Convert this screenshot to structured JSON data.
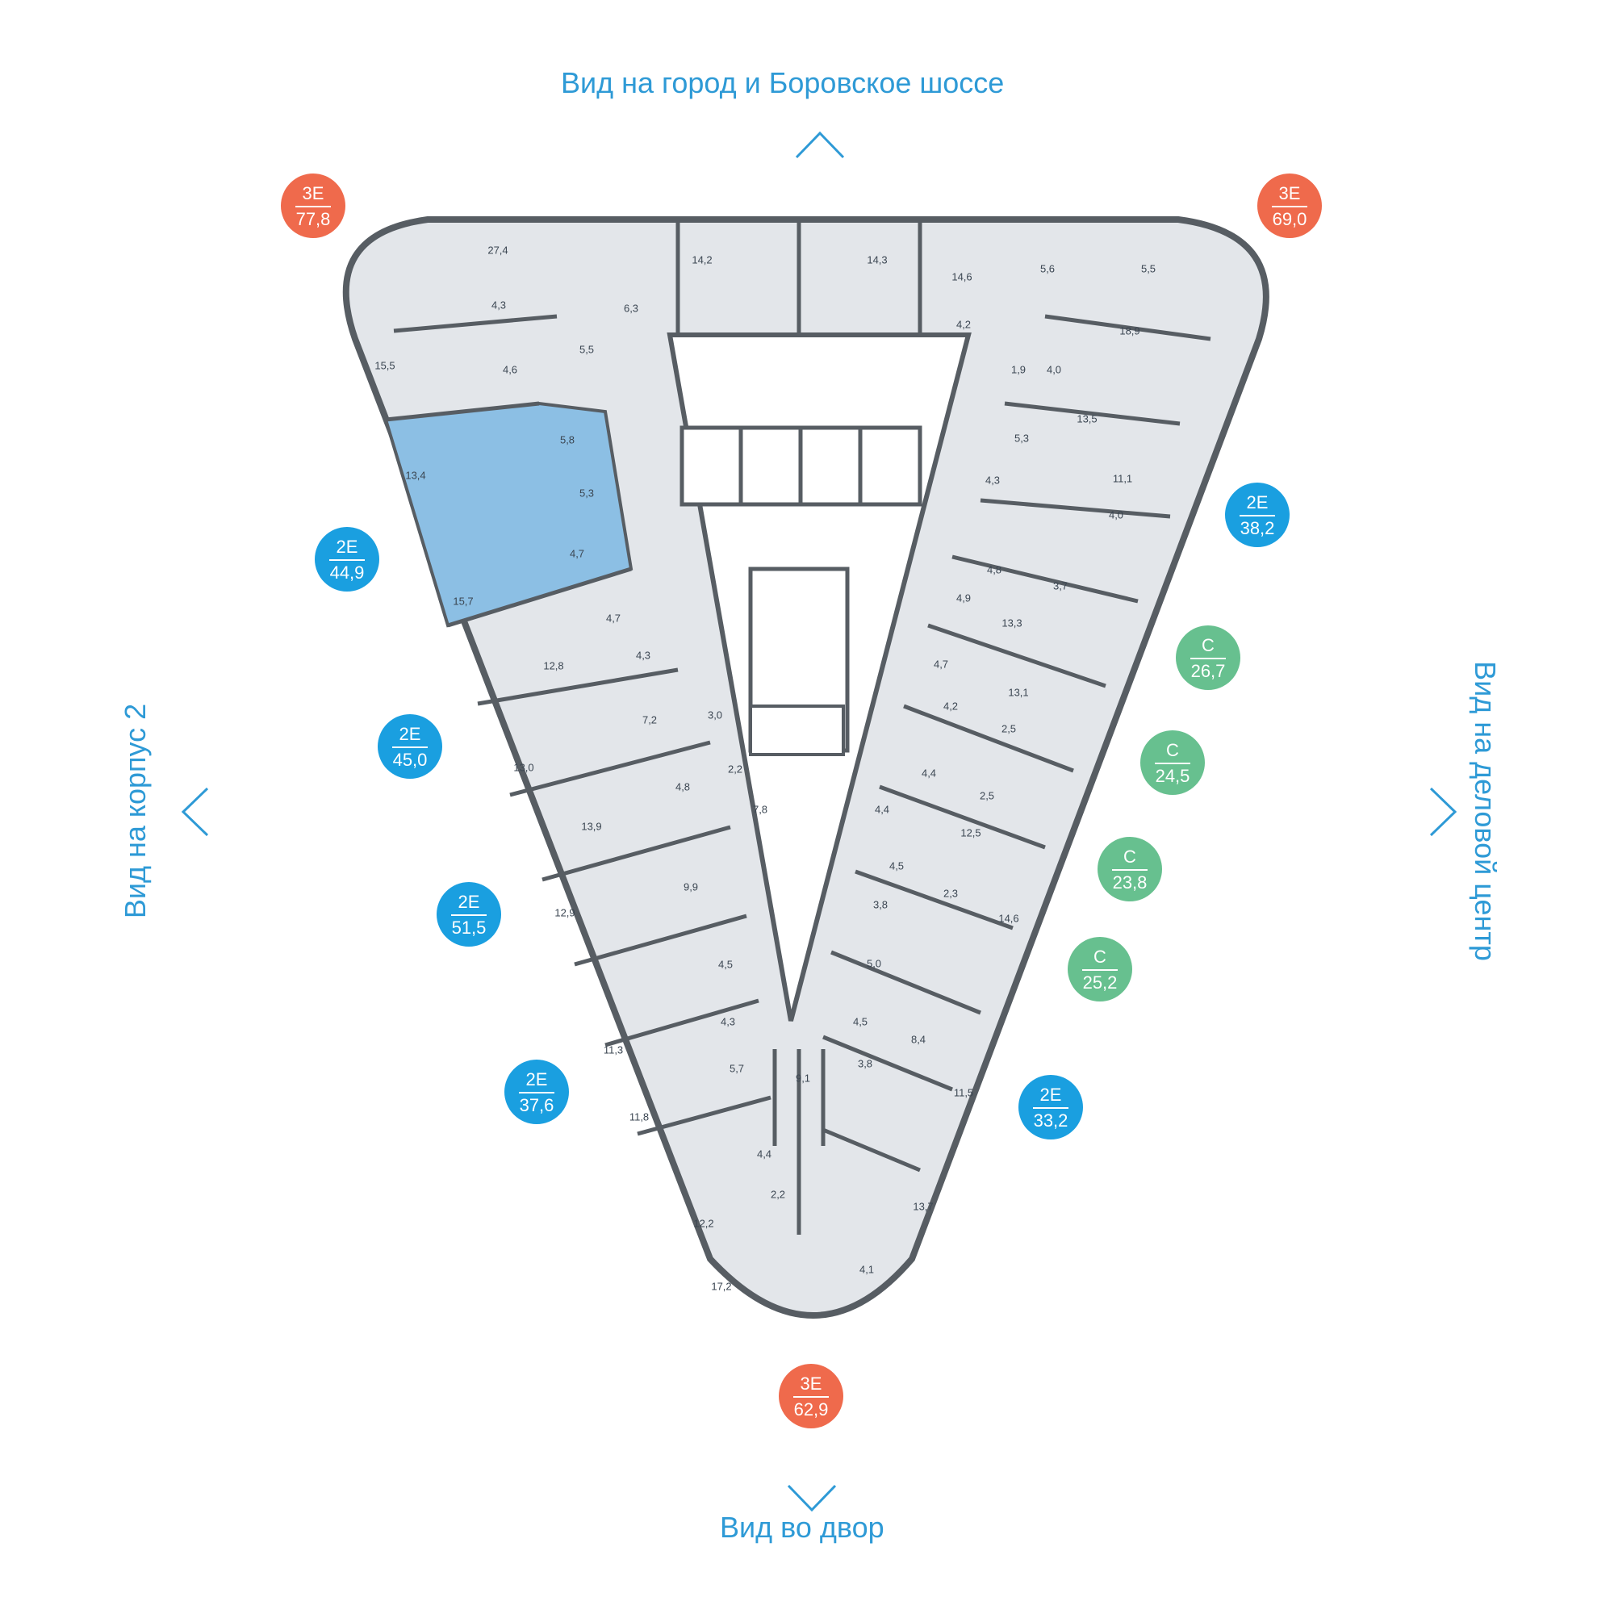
{
  "views": {
    "top": "Вид на город и Боровское шоссе",
    "bottom": "Вид во двор",
    "left": "Вид на корпус 2",
    "right": "Вид на деловой центр"
  },
  "colors": {
    "three_room": "#ef6a4c",
    "two_room": "#1a9fe0",
    "studio": "#67c08f",
    "highlight": "#8cbfe4",
    "floor": "#e3e6ea",
    "wall": "#575d63",
    "view_text": "#2e9ad6"
  },
  "apartments": [
    {
      "type": "3Е",
      "area": "77,8"
    },
    {
      "type": "3Е",
      "area": "69,0"
    },
    {
      "type": "2Е",
      "area": "44,9",
      "selected": true
    },
    {
      "type": "2Е",
      "area": "45,0"
    },
    {
      "type": "2Е",
      "area": "51,5"
    },
    {
      "type": "2Е",
      "area": "37,6"
    },
    {
      "type": "2Е",
      "area": "38,2"
    },
    {
      "type": "С",
      "area": "26,7"
    },
    {
      "type": "С",
      "area": "24,5"
    },
    {
      "type": "С",
      "area": "23,8"
    },
    {
      "type": "С",
      "area": "25,2"
    },
    {
      "type": "2Е",
      "area": "33,2"
    },
    {
      "type": "3Е",
      "area": "62,9"
    }
  ],
  "room_areas": [
    "27,4",
    "14,2",
    "14,3",
    "14,6",
    "5,6",
    "5,5",
    "4,3",
    "6,3",
    "4,2",
    "18,9",
    "15,5",
    "5,5",
    "4,6",
    "1,9",
    "4,0",
    "13,5",
    "13,4",
    "5,8",
    "5,3",
    "4,3",
    "11,1",
    "5,3",
    "4,0",
    "4,7",
    "15,7",
    "4,8",
    "3,7",
    "4,7",
    "4,9",
    "13,3",
    "12,8",
    "4,3",
    "4,7",
    "13,1",
    "7,2",
    "3,0",
    "4,2",
    "2,5",
    "13,0",
    "2,2",
    "4,4",
    "2,5",
    "4,8",
    "7,8",
    "4,4",
    "12,5",
    "13,9",
    "4,5",
    "9,9",
    "3,8",
    "2,3",
    "14,6",
    "12,9",
    "5,0",
    "4,5",
    "4,5",
    "4,3",
    "8,4",
    "11,3",
    "5,7",
    "3,8",
    "9,1",
    "11,5",
    "11,8",
    "4,4",
    "2,2",
    "13,7",
    "12,2",
    "4,1",
    "17,2"
  ]
}
